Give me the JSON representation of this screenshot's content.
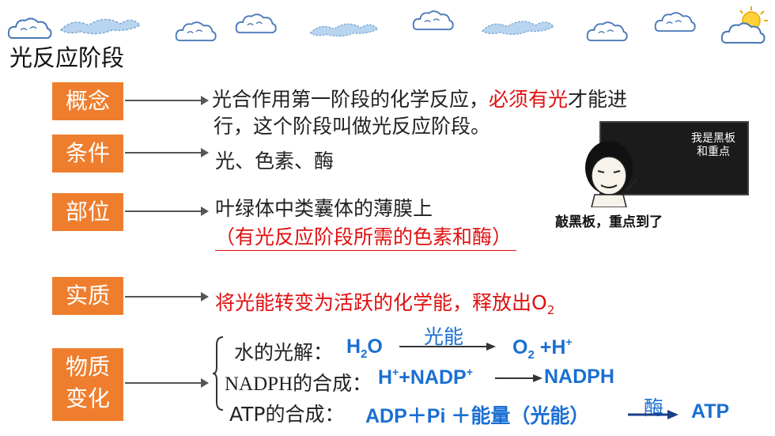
{
  "title": "光反应阶段",
  "rows": [
    {
      "label": "概念",
      "lines": [
        "光合作用第一阶段的化学反应，",
        "必须有光",
        "才能进",
        "行，这个阶段叫做光反应阶段。"
      ]
    },
    {
      "label": "条件",
      "text": "光、色素、酶"
    },
    {
      "label": "部位",
      "text": "叶绿体中类囊体的薄膜上",
      "note": "（有光反应阶段所需的色素和酶）"
    },
    {
      "label": "实质",
      "text": "将光能转变为活跃的化学能，释放出O",
      "sub": "2"
    },
    {
      "label": "物质变化",
      "label_lines": [
        "物质",
        "变化"
      ]
    }
  ],
  "reactions": {
    "water": {
      "label": "水的光解：",
      "reactant": "H",
      "reactant_sub": "2",
      "reactant_tail": "O",
      "condition": "光能",
      "product1": "O",
      "product1_sub": "2",
      "product2": " +H",
      "product2_sup": "+"
    },
    "nadph": {
      "label": "NADPH的合成：",
      "reactant": "H",
      "reactant_sup": "+",
      "mid": "+NADP",
      "mid_sup": "+",
      "product": "NADPH"
    },
    "atp": {
      "label": "ATP的合成：",
      "reactant": "ADP＋Pi ＋能量（光能）",
      "condition": "酶",
      "product": "ATP"
    }
  },
  "meme": {
    "board_text": "我是黑板和重点",
    "caption": "敲黑板，重点到了"
  },
  "colors": {
    "tag": "#ee7e2e",
    "red": "#e01010",
    "blue": "#1a6fd2"
  }
}
